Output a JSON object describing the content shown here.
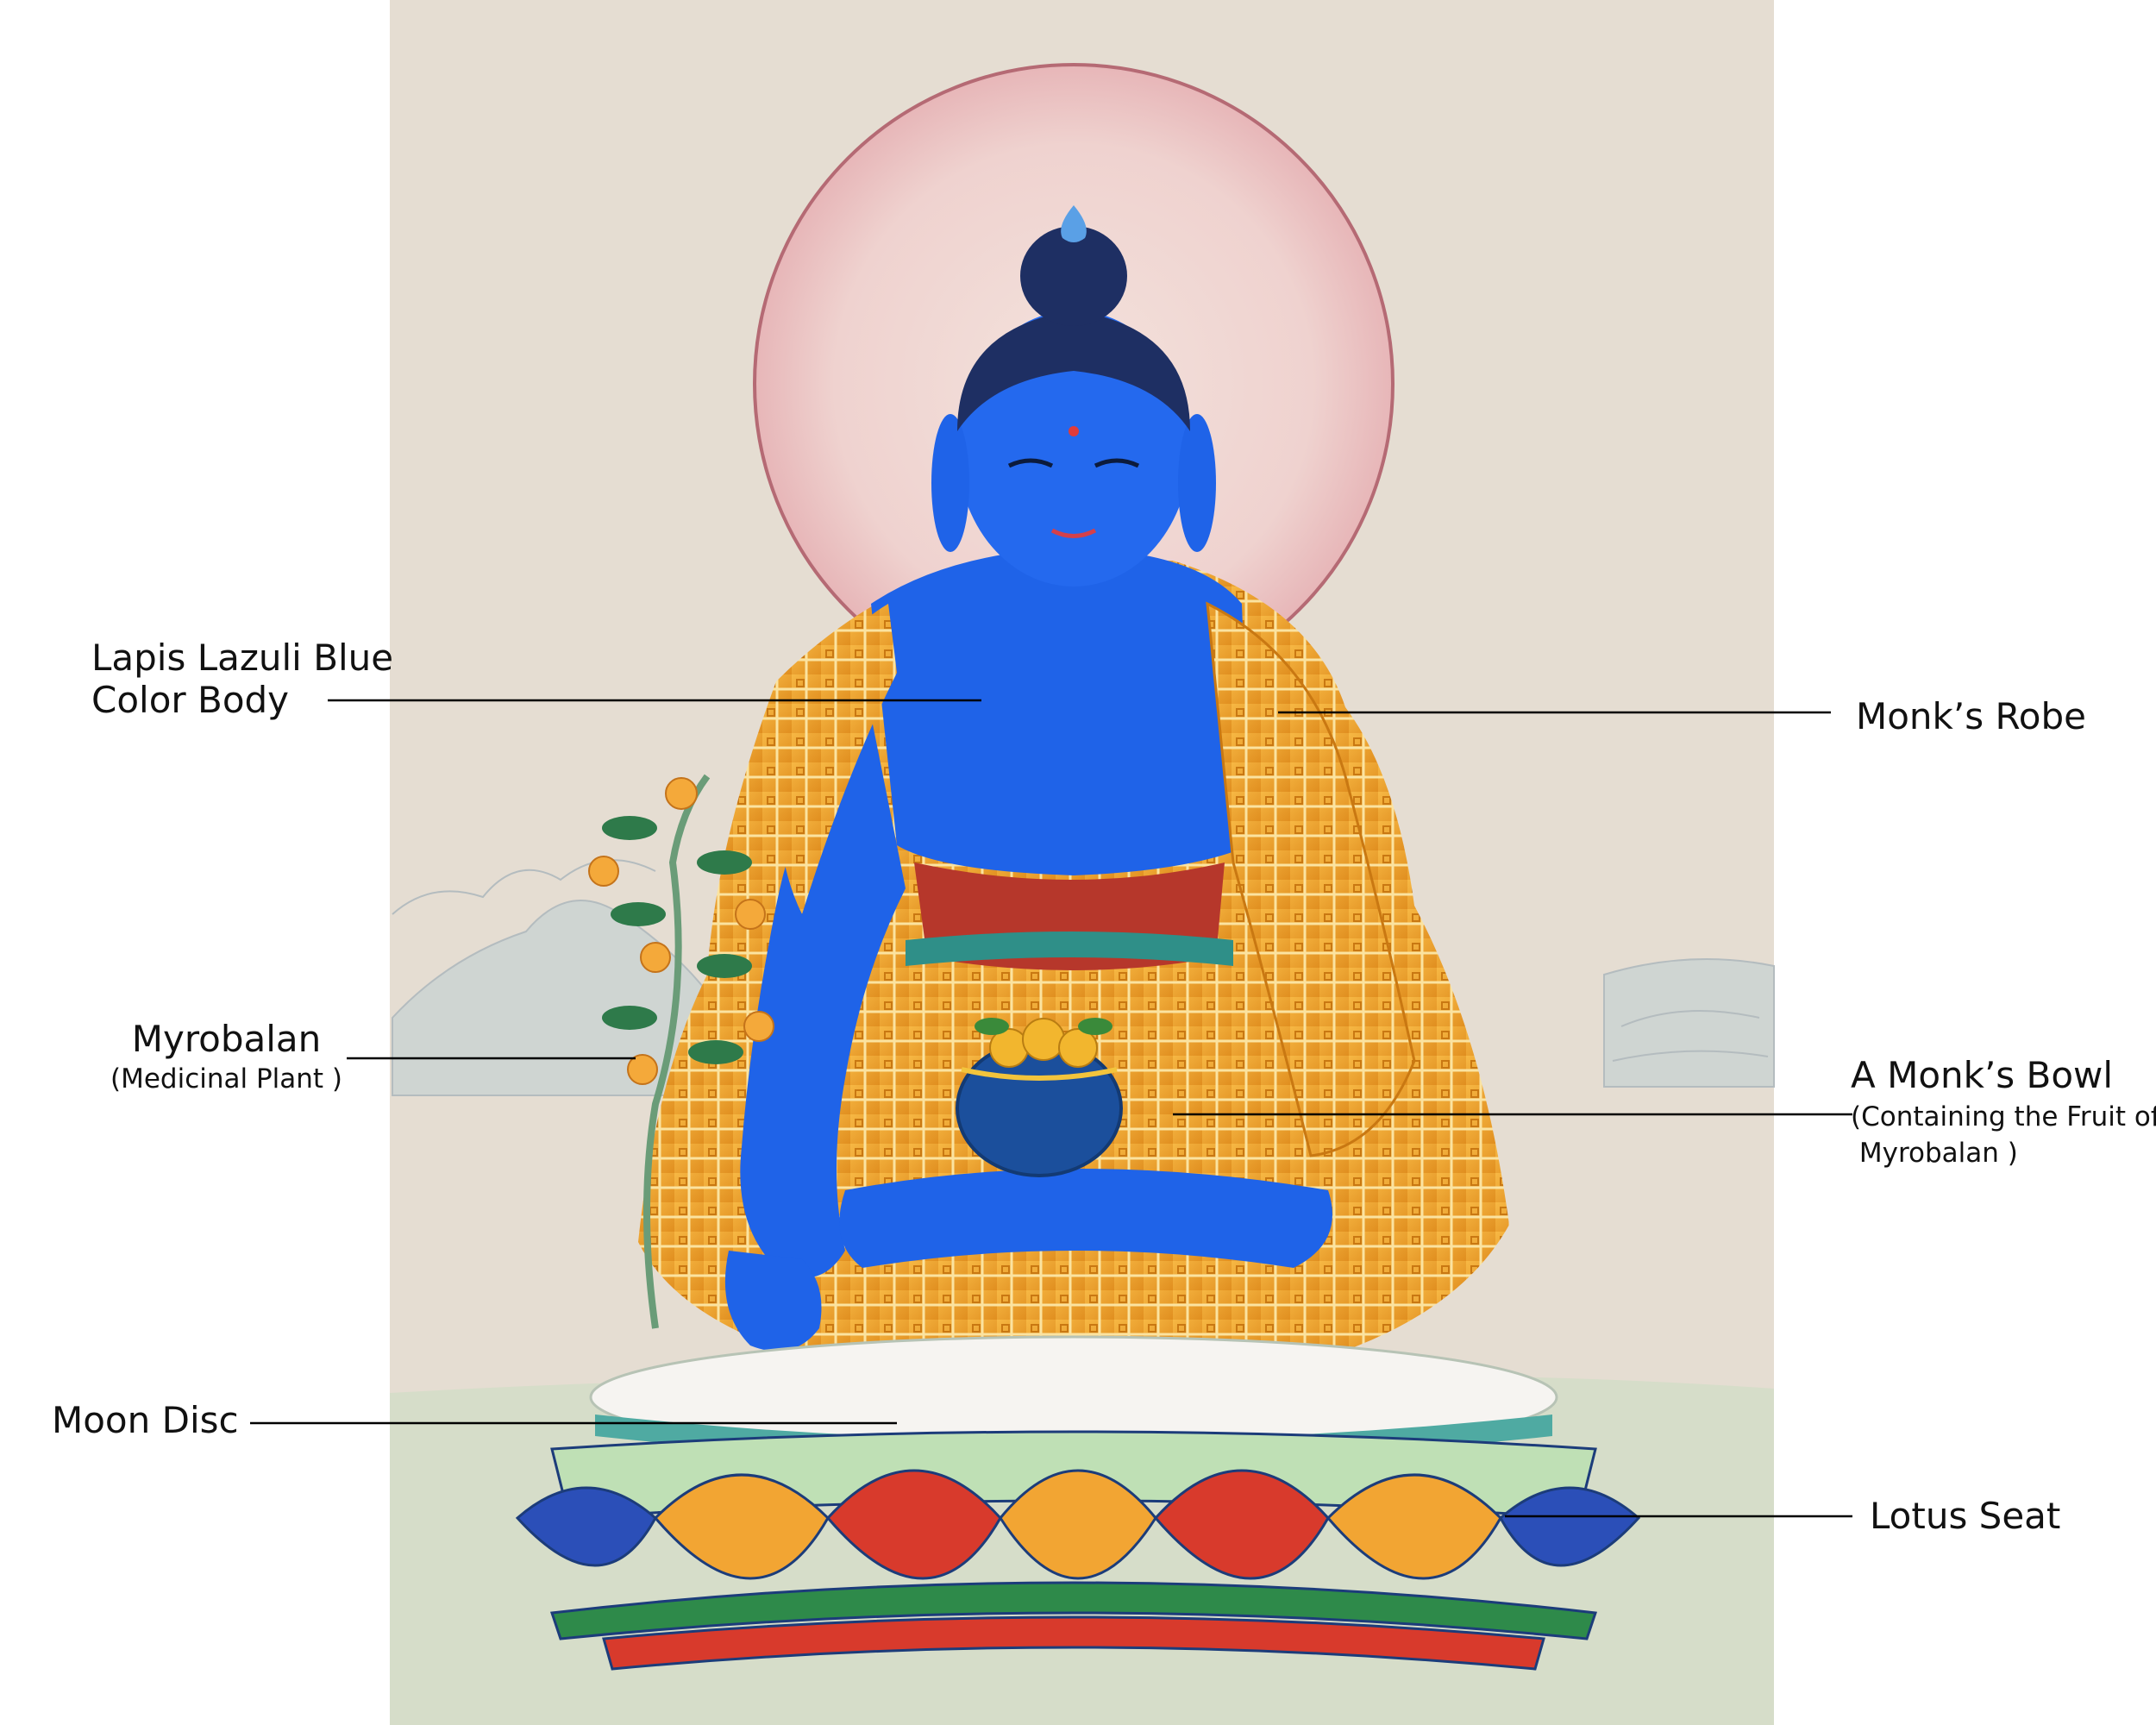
{
  "labels": {
    "body": {
      "line1": "Lapis Lazuli Blue",
      "line2": "Color Body"
    },
    "robe": {
      "text": "Monk’s Robe"
    },
    "myrobalan": {
      "title": "Myrobalan",
      "sub": "(Medicinal Plant )"
    },
    "bowl": {
      "title": "A Monk’s Bowl",
      "sub1": "(Containing the Fruit of",
      "sub2": " Myrobalan )"
    },
    "moon": {
      "text": "Moon Disc"
    },
    "lotus": {
      "text": "Lotus Seat"
    }
  },
  "colors": {
    "background": "#ffffff",
    "canvas": "#e5ddd2",
    "skin": "#1f63e8",
    "robe": "#f2a533",
    "halo": "#d9848f",
    "hair": "#1e2f63",
    "leader_line": "#000000"
  }
}
